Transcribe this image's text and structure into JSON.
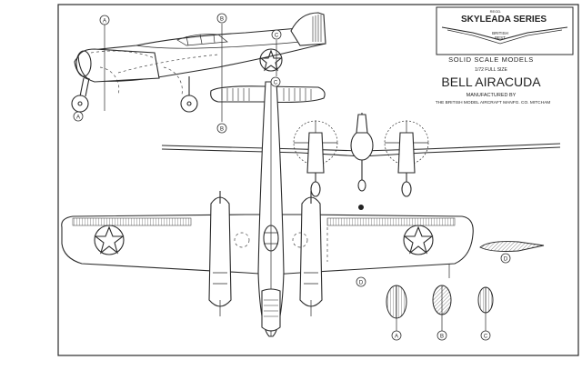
{
  "title_block": {
    "header": "REGD.",
    "series": "SKYLEADA SERIES",
    "british": "BRITISH",
    "best": "BEST",
    "subtitle": "SOLID SCALE MODELS",
    "scale": "1/72 FULL SIZE",
    "aircraft": "BELL AIRACUDA",
    "manufactured": "MANUFACTURED BY",
    "maker": "THE BRITISH MODEL AIRCRAFT MANFG. CO. MITCHAM"
  },
  "callouts": {
    "a": "A",
    "b": "B",
    "c": "C",
    "d": "D"
  }
}
